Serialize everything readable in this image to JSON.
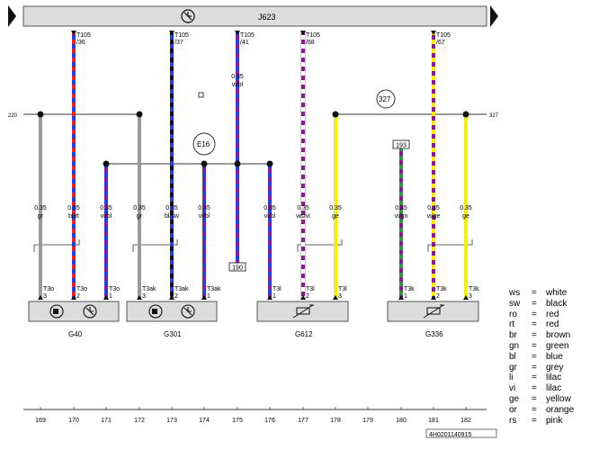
{
  "header": {
    "unit": "J623"
  },
  "splice_labels": {
    "left": "220",
    "right": "327",
    "right_circle": "327",
    "e16": "E16"
  },
  "wires": [
    {
      "col": "170",
      "conn_top": "T105",
      "pin_top": "/36",
      "size": "0.35",
      "color_code": "bl/rt",
      "colors": [
        "#1f3fe8",
        "#e8202a"
      ],
      "conn_bot": "T3o",
      "pin_bot": "2"
    },
    {
      "col": "173",
      "conn_top": "T105",
      "pin_top": "/37",
      "size": "0.35",
      "color_code": "bl/sw",
      "colors": [
        "#1f3fe8",
        "#111111"
      ],
      "conn_bot": "T3ak",
      "pin_bot": "2"
    },
    {
      "col": "175",
      "conn_top": "T105",
      "pin_top": "/41",
      "size": "0.35",
      "color_code": "vi/bl",
      "colors": [
        "#8b1a9b",
        "#1f3fe8"
      ],
      "box_label": "190"
    },
    {
      "col": "177",
      "conn_top": "T105",
      "pin_top": "/68",
      "size": "0.35",
      "color_code": "ws/vi",
      "colors": [
        "#ffffff",
        "#8b1a9b"
      ],
      "conn_bot": "T3l",
      "pin_bot": "2"
    },
    {
      "col": "181",
      "conn_top": "T105",
      "pin_top": "/67",
      "size": "0.35",
      "color_code": "vi/ge",
      "colors": [
        "#8b1a9b",
        "#f5f000"
      ],
      "conn_bot": "T3k",
      "pin_bot": "2"
    },
    {
      "col": "169",
      "size": "0.35",
      "color_code": "gr",
      "colors": [
        "#9a9a9a"
      ],
      "conn_bot": "T3o",
      "pin_bot": "3"
    },
    {
      "col": "171",
      "size": "0.35",
      "color_code": "vi/bl",
      "colors": [
        "#8b1a9b",
        "#1f3fe8"
      ],
      "conn_bot": "T3o",
      "pin_bot": "1"
    },
    {
      "col": "172",
      "size": "0.35",
      "color_code": "gr",
      "colors": [
        "#9a9a9a"
      ],
      "conn_bot": "T3ak",
      "pin_bot": "3"
    },
    {
      "col": "174",
      "size": "0.35",
      "color_code": "vi/bl",
      "colors": [
        "#8b1a9b",
        "#1f3fe8"
      ],
      "conn_bot": "T3ak",
      "pin_bot": "1"
    },
    {
      "col": "176",
      "size": "0.35",
      "color_code": "vi/bl",
      "colors": [
        "#8b1a9b",
        "#1f3fe8"
      ],
      "conn_bot": "T3l",
      "pin_bot": "1"
    },
    {
      "col": "178",
      "size": "0.35",
      "color_code": "ge",
      "colors": [
        "#f5f000"
      ],
      "conn_bot": "T3l",
      "pin_bot": "3"
    },
    {
      "col": "180",
      "size": "0.35",
      "color_code": "vi/gn",
      "colors": [
        "#8b1a9b",
        "#2a9a3a"
      ],
      "conn_bot": "T3k",
      "pin_bot": "1",
      "box_label": "193"
    },
    {
      "col": "182",
      "size": "0.35",
      "color_code": "ge",
      "colors": [
        "#f5f000"
      ],
      "conn_bot": "T3k",
      "pin_bot": "3"
    }
  ],
  "components": [
    {
      "name": "G40"
    },
    {
      "name": "G301"
    },
    {
      "name": "G612"
    },
    {
      "name": "G336"
    }
  ],
  "columns": [
    "169",
    "170",
    "171",
    "172",
    "173",
    "174",
    "175",
    "176",
    "177",
    "178",
    "179",
    "180",
    "181",
    "182"
  ],
  "footer_code": "4H0201140915",
  "legend": [
    {
      "code": "ws",
      "eq": "=",
      "name": "white"
    },
    {
      "code": "sw",
      "eq": "=",
      "name": "black"
    },
    {
      "code": "ro",
      "eq": "=",
      "name": "red"
    },
    {
      "code": "rt",
      "eq": "=",
      "name": "red"
    },
    {
      "code": "br",
      "eq": "=",
      "name": "brown"
    },
    {
      "code": "gn",
      "eq": "=",
      "name": "green"
    },
    {
      "code": "bl",
      "eq": "=",
      "name": "blue"
    },
    {
      "code": "gr",
      "eq": "=",
      "name": "grey"
    },
    {
      "code": "li",
      "eq": "=",
      "name": "lilac"
    },
    {
      "code": "vi",
      "eq": "=",
      "name": "lilac"
    },
    {
      "code": "ge",
      "eq": "=",
      "name": "yellow"
    },
    {
      "code": "or",
      "eq": "=",
      "name": "orange"
    },
    {
      "code": "rs",
      "eq": "=",
      "name": "pink"
    }
  ]
}
